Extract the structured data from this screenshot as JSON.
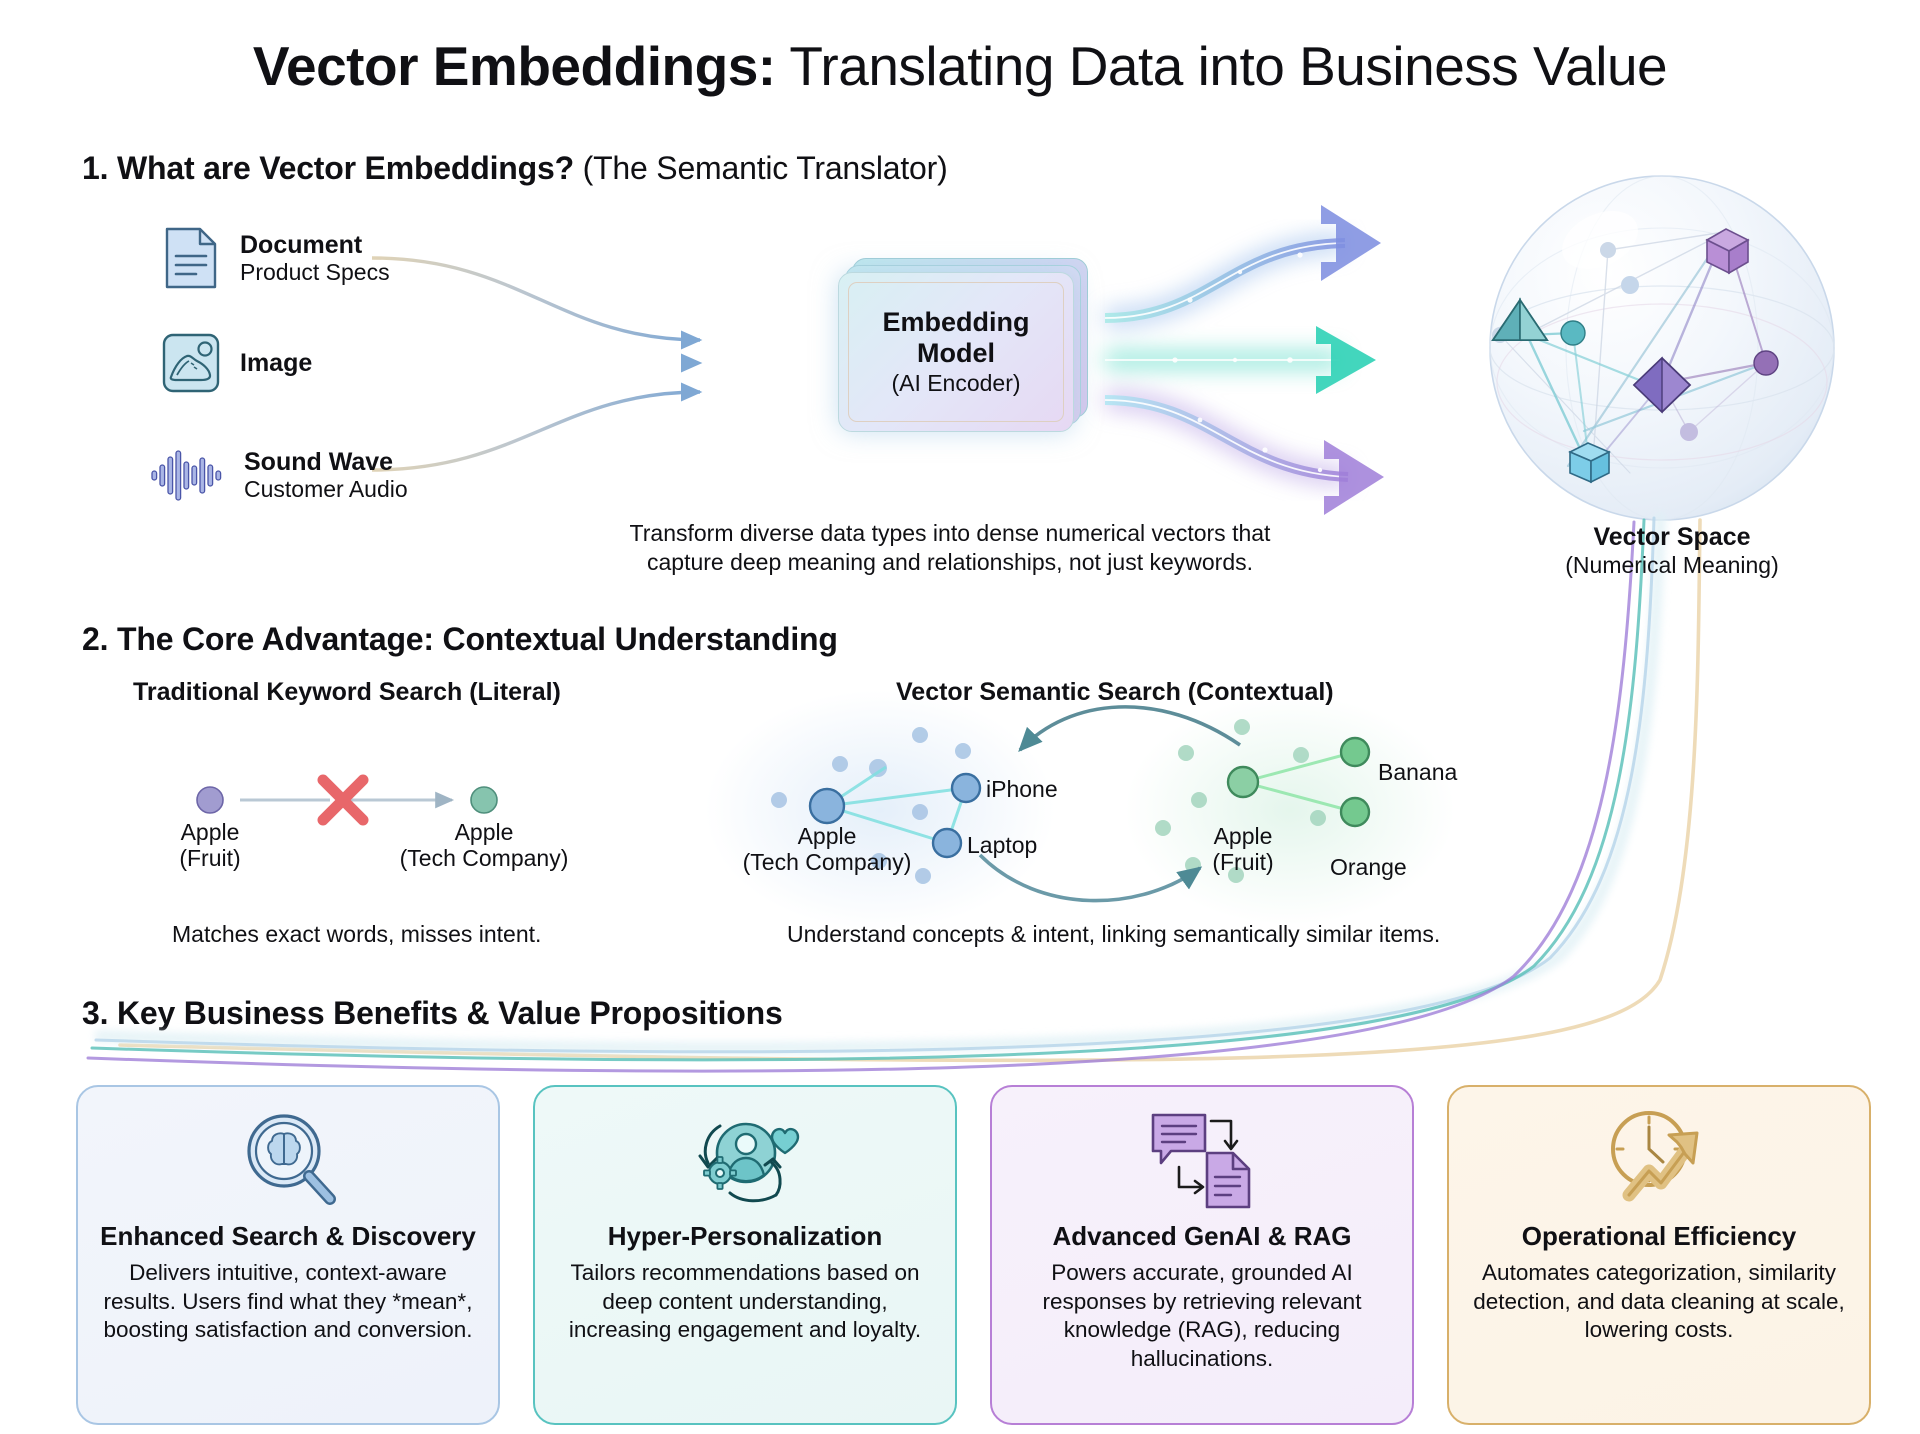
{
  "title": {
    "strong": "Vector Embeddings:",
    "light": " Translating Data into Business Value"
  },
  "sections": {
    "s1": {
      "number": "1.",
      "heading": "What are Vector Embeddings?",
      "paren": " (The Semantic Translator)"
    },
    "s2": {
      "number": "2.",
      "heading": "The Core Advantage: Contextual Understanding",
      "paren": ""
    },
    "s3": {
      "number": "3.",
      "heading": "Key Business Benefits & Value Propositions",
      "paren": ""
    }
  },
  "inputs": [
    {
      "icon": "document-icon",
      "title": "Document",
      "subtitle": "Product Specs"
    },
    {
      "icon": "image-icon",
      "title": "Image",
      "subtitle": ""
    },
    {
      "icon": "soundwave-icon",
      "title": "Sound Wave",
      "subtitle": "Customer Audio"
    }
  ],
  "model": {
    "line1": "Embedding",
    "line2": "Model",
    "line3": "(AI Encoder)",
    "caption": "Transform diverse data types into dense numerical vectors that capture deep meaning and relationships, not just keywords."
  },
  "vector_space": {
    "label": "Vector Space",
    "sublabel": "(Numerical Meaning)"
  },
  "keyword_search": {
    "heading": "Traditional Keyword Search (Literal)",
    "left_node": {
      "l1": "Apple",
      "l2": "(Fruit)"
    },
    "right_node": {
      "l1": "Apple",
      "l2": "(Tech Company)"
    },
    "cross_icon": "red-x-icon",
    "caption": "Matches exact words, misses intent."
  },
  "semantic_search": {
    "heading": "Vector Semantic Search (Contextual)",
    "tech_cluster": {
      "center_l1": "Apple",
      "center_l2": "(Tech Company)",
      "n1": "iPhone",
      "n2": "Laptop"
    },
    "fruit_cluster": {
      "center_l1": "Apple",
      "center_l2": "(Fruit)",
      "n1": "Banana",
      "n2": "Orange"
    },
    "caption": "Understand concepts & intent, linking semantically similar items."
  },
  "benefits": [
    {
      "icon": "magnifier-brain-icon",
      "title": "Enhanced Search & Discovery",
      "text": "Delivers intuitive, context-aware results. Users find what they *mean*, boosting satisfaction and conversion.",
      "accent": "#a9c6e4"
    },
    {
      "icon": "person-gear-heart-icon",
      "title": "Hyper-Personalization",
      "text": "Tailors recommendations based on deep content understanding, increasing engagement and loyalty.",
      "accent": "#58c3c0"
    },
    {
      "icon": "chat-document-icon",
      "title": "Advanced GenAI & RAG",
      "text": "Powers accurate, grounded AI responses by retrieving relevant knowledge (RAG), reducing hallucinations.",
      "accent": "#b77fd6"
    },
    {
      "icon": "clock-arrow-icon",
      "title": "Operational Efficiency",
      "text": "Automates categorization, similarity detection, and data cleaning at scale, lowering costs.",
      "accent": "#d8b06a"
    }
  ]
}
